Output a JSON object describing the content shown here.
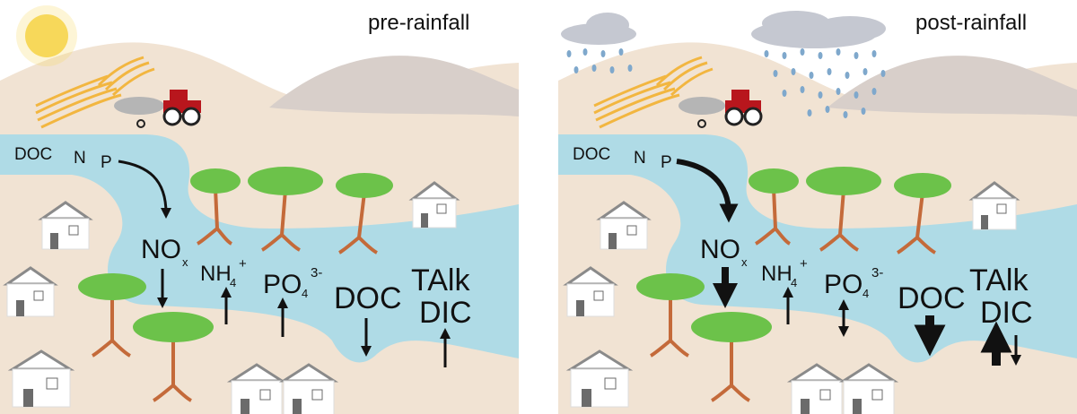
{
  "panels": [
    {
      "id": "pre",
      "title": "pre-rainfall",
      "weather": "sun",
      "sources": {
        "doc": "DOC",
        "n": "N",
        "p": "P"
      },
      "nox": {
        "main": "NO",
        "sub": "x"
      },
      "nh4": {
        "main": "NH",
        "sub": "4",
        "sup": "+"
      },
      "po4": {
        "main": "PO",
        "sub": "4",
        "sup": "3-"
      },
      "doc": "DOC",
      "talk": "TAlk",
      "dic": "DIC",
      "arrows": {
        "input": "down-thin",
        "nox": "down",
        "nh4": "up",
        "po4": "up",
        "doc": "down",
        "talk_dic": "up"
      }
    },
    {
      "id": "post",
      "title": "post-rainfall",
      "weather": "rain",
      "sources": {
        "doc": "DOC",
        "n": "N",
        "p": "P"
      },
      "nox": {
        "main": "NO",
        "sub": "x"
      },
      "nh4": {
        "main": "NH",
        "sub": "4",
        "sup": "+"
      },
      "po4": {
        "main": "PO",
        "sub": "4",
        "sup": "3-"
      },
      "doc": "DOC",
      "talk": "TAlk",
      "dic": "DIC",
      "arrows": {
        "input": "down-thick",
        "nox": "down-thick",
        "nh4": "up",
        "po4": "up-down",
        "doc": "down-thick",
        "talk_dic": "up-thick-down-thin"
      }
    }
  ],
  "colors": {
    "land": "#f1e3d3",
    "mountain": "#d8cfca",
    "water": "#afdbe6",
    "sun": "#f7d85a",
    "cloud": "#c5c8d1",
    "rain": "#7fa8cc",
    "field": "#f2b640",
    "tractor": "#b8161d",
    "trunk": "#c46a3a",
    "canopy": "#6cc24a",
    "house_roof": "#8a8a8a",
    "house_door": "#6b6b6b"
  }
}
